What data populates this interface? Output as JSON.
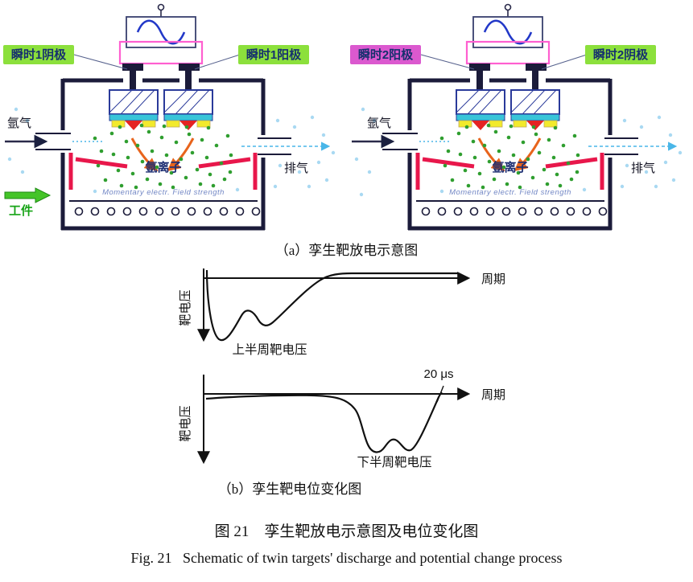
{
  "diagrams": {
    "left": {
      "label_left": "瞬时1阴极",
      "label_left_bg": "#8ce03c",
      "label_right": "瞬时1阳极",
      "label_right_bg": "#8ce03c",
      "gas_in": "氩气",
      "ions": "氩离子",
      "exhaust": "排气",
      "workpiece": "工件",
      "field_text": "Momentary electr. Field strength"
    },
    "right": {
      "label_left": "瞬时2阳极",
      "label_left_bg": "#db59cf",
      "label_right": "瞬时2阴极",
      "label_right_bg": "#8ce03c",
      "gas_in": "氩气",
      "ions": "氩离子",
      "exhaust": "排气",
      "field_text": "Momentary electr. Field strength"
    }
  },
  "waveforms": {
    "upper": {
      "ylabel": "靶电压",
      "xlabel": "周期",
      "curve_label": "上半周靶电压",
      "shape": "deep negative spike at cycle start, small rebound dip, then returns to zero plateau for rest of cycle"
    },
    "lower": {
      "ylabel": "靶电压",
      "xlabel": "周期",
      "curve_label": "下半周靶电压",
      "time_annotation": "20 μs",
      "shape": "near-zero plateau for first half, deep negative spike with rebound dip in second half, returns to zero at 20 μs"
    }
  },
  "captions": {
    "a": "（a）孪生靶放电示意图",
    "b": "（b）孪生靶电位变化图",
    "figure_zh": "图 21　孪生靶放电示意图及电位变化图",
    "figure_en": "Fig. 21   Schematic of twin targets' discharge and potential change process"
  }
}
